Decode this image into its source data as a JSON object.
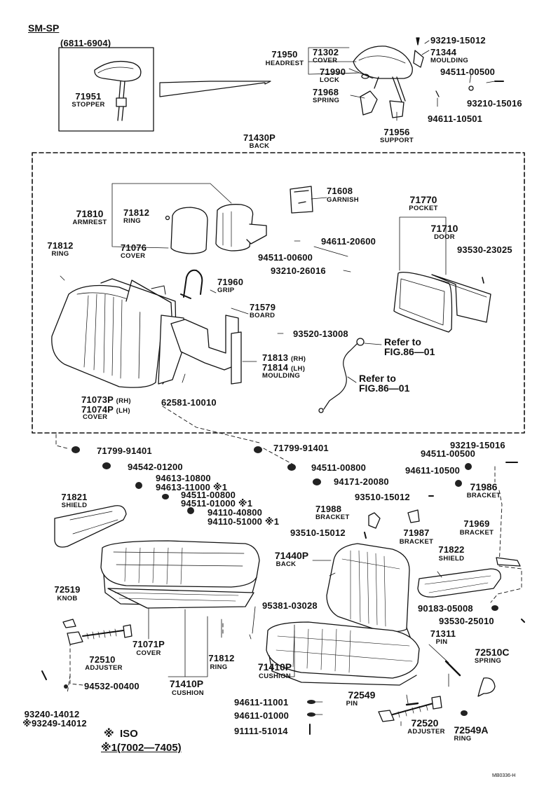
{
  "header": {
    "model": "SM-SP",
    "date_range": "(6811-6904)"
  },
  "refs": {
    "ref1": "Refer to\nFIG.86—01",
    "ref2": "Refer to\nFIG.86—01"
  },
  "parts": {
    "p71951": "71951",
    "n71951": "STOPPER",
    "p71950": "71950",
    "n71950": "HEADREST",
    "p71302": "71302",
    "n71302": "COVER",
    "p71990": "71990",
    "n71990": "LOCK",
    "p71968": "71968",
    "n71968": "SPRING",
    "p71956": "71956",
    "n71956": "SUPPORT",
    "p93219a": "93219-15012",
    "p71344": "71344",
    "n71344": "MOULDING",
    "p94511a": "94511-00500",
    "p93210a": "93210-15016",
    "p94611a": "94611-10501",
    "p71430": "71430P",
    "n71430": "BACK",
    "p71608": "71608",
    "n71608": "GARNISH",
    "p71810": "71810",
    "n71810": "ARMREST",
    "p71812a": "71812",
    "n71812a": "RING",
    "p71076": "71076",
    "n71076": "COVER",
    "p71812b": "71812",
    "n71812b": "RING",
    "p94611b": "94611-20600",
    "p94511b": "94511-00600",
    "p93210b": "93210-26016",
    "p71770": "71770",
    "n71770": "POCKET",
    "p71710": "71710",
    "n71710": "DOOR",
    "p93530a": "93530-23025",
    "p71960": "71960",
    "n71960": "GRIP",
    "p71579": "71579",
    "n71579": "BOARD",
    "p93520": "93520-13008",
    "p71813": "71813",
    "s71813": "(RH)",
    "p71814": "71814",
    "s71814": "(LH)",
    "n71814": "MOULDING",
    "p71073": "71073P",
    "s71073": "(RH)",
    "p71074": "71074P",
    "s71074": "(LH)",
    "n71074": "COVER",
    "p62581": "62581-10010",
    "p71799a": "71799-91401",
    "p71799b": "71799-91401",
    "p94542": "94542-01200",
    "p94613a": "94613-10800",
    "p94613b": "94613-11000 ※1",
    "p94511c": "94511-00800",
    "p94511d": "94511-01000 ※1",
    "p94110a": "94110-40800",
    "p94110b": "94110-51000 ※1",
    "p94511e": "94511-00800",
    "p94171": "94171-20080",
    "p93219b": "93219-15016",
    "p94511f": "94511-00500",
    "p94611c": "94611-10500",
    "p71986": "71986",
    "n71986": "BRACKET",
    "p71821": "71821",
    "n71821": "SHIELD",
    "p93510a": "93510-15012",
    "p71988": "71988",
    "n71988": "BRACKET",
    "p93510b": "93510-15012",
    "p71987": "71987",
    "n71987": "BRACKET",
    "p71969": "71969",
    "n71969": "BRACKET",
    "p71440": "71440P",
    "n71440": "BACK",
    "p71822": "71822",
    "n71822": "SHIELD",
    "p72519": "72519",
    "n72519": "KNOB",
    "p95381": "95381-03028",
    "p90183": "90183-05008",
    "p93530b": "93530-25010",
    "p71311": "71311",
    "n71311": "PIN",
    "p72510c": "72510C",
    "n72510c": "SPRING",
    "p72510": "72510",
    "n72510": "ADJUSTER",
    "p71071": "71071P",
    "n71071": "COVER",
    "p71812c": "71812",
    "n71812c": "RING",
    "p71410a": "71410P",
    "n71410a": "CUSHION",
    "p71410b": "71410P",
    "n71410b": "CUSHION",
    "p94532": "94532-00400",
    "p93240": "93240-14012",
    "p93249": "※93249-14012",
    "p94611d": "94611-11001",
    "p94611e": "94611-01000",
    "p91111": "91111-51014",
    "p72549": "72549",
    "n72549": "PIN",
    "p72520": "72520",
    "n72520": "ADJUSTER",
    "p72549a": "72549A",
    "n72549a": "RING"
  },
  "legend": {
    "iso_mark": "※",
    "iso_text": "ISO",
    "note1": "※1(7002—7405)"
  },
  "figure_code": "MB0336-H"
}
